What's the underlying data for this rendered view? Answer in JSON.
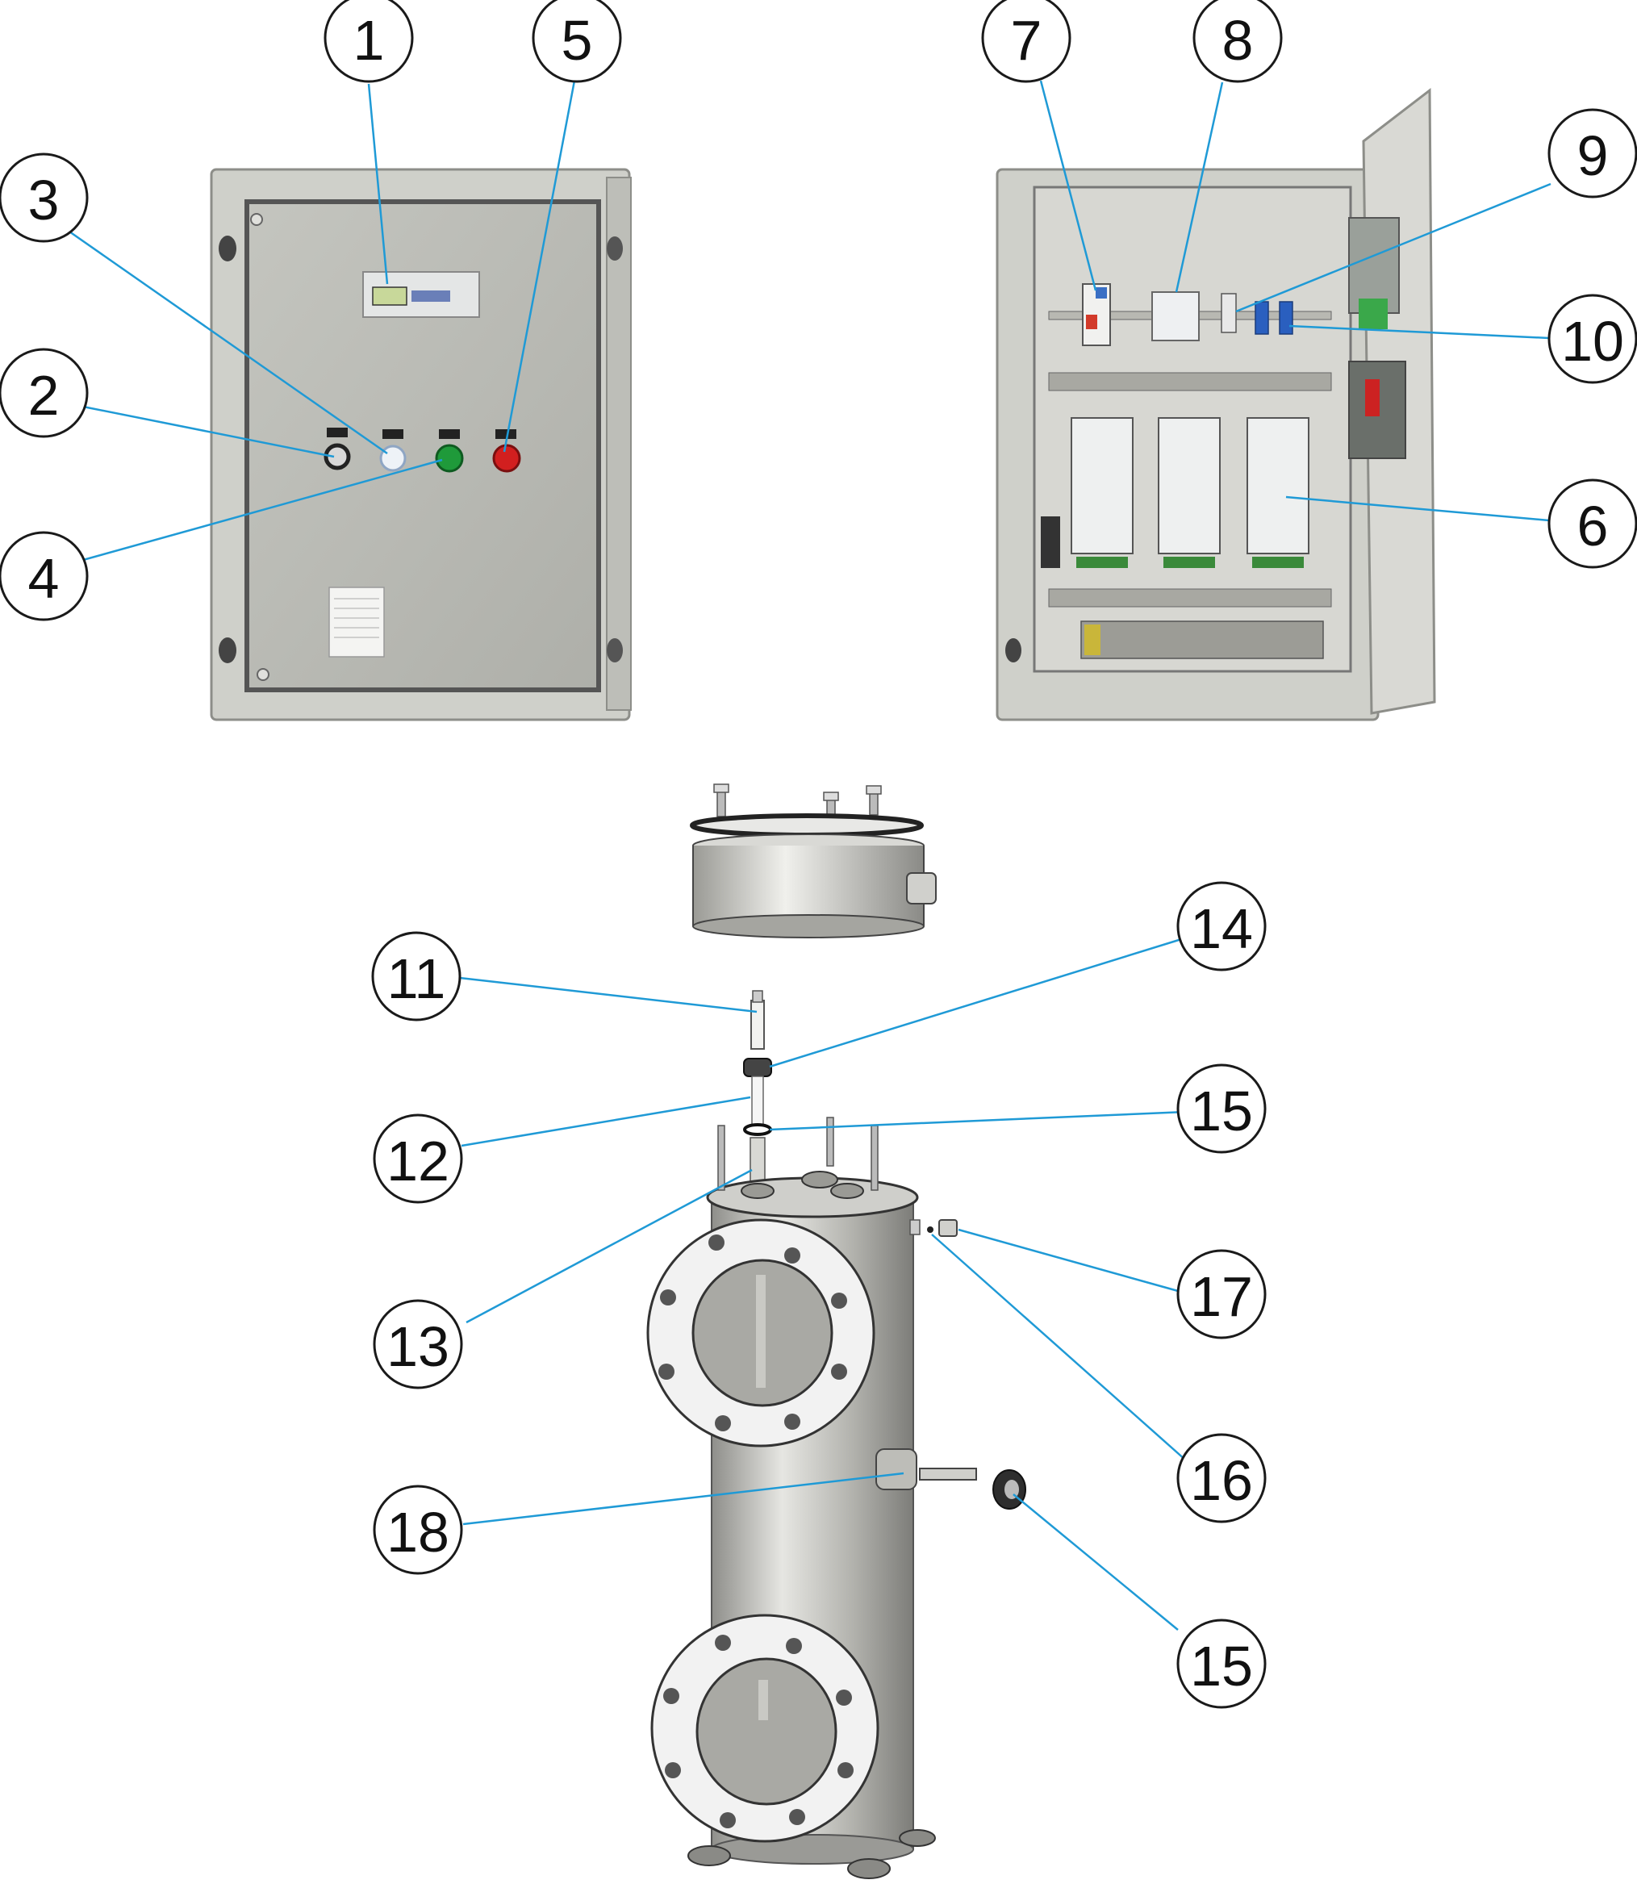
{
  "colors": {
    "leader_line": "#1f9ad6",
    "cabinet_body": "#c9cac4",
    "cabinet_panel": "#b9bab4",
    "steel": "#bdbdb8",
    "flange": "#f2f2f2",
    "green_button": "#1f9a3a",
    "red_button": "#d21f1f"
  },
  "callouts": [
    {
      "id": "c1",
      "number": "1"
    },
    {
      "id": "c5",
      "number": "5"
    },
    {
      "id": "c3",
      "number": "3"
    },
    {
      "id": "c2",
      "number": "2"
    },
    {
      "id": "c4",
      "number": "4"
    },
    {
      "id": "c7",
      "number": "7"
    },
    {
      "id": "c8",
      "number": "8"
    },
    {
      "id": "c9",
      "number": "9"
    },
    {
      "id": "c10",
      "number": "10"
    },
    {
      "id": "c6",
      "number": "6"
    },
    {
      "id": "c11",
      "number": "11"
    },
    {
      "id": "c14",
      "number": "14"
    },
    {
      "id": "c15a",
      "number": "15"
    },
    {
      "id": "c12",
      "number": "12"
    },
    {
      "id": "c13",
      "number": "13"
    },
    {
      "id": "c17",
      "number": "17"
    },
    {
      "id": "c16",
      "number": "16"
    },
    {
      "id": "c18",
      "number": "18"
    },
    {
      "id": "c15b",
      "number": "15"
    }
  ]
}
